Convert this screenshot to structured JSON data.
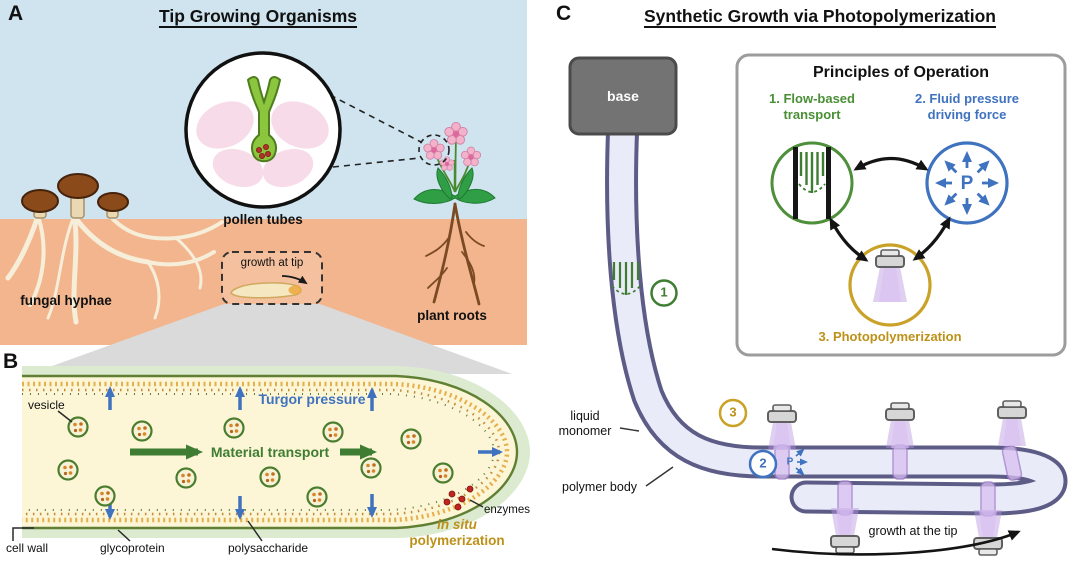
{
  "colors": {
    "sky": "#cfe4ef",
    "soil": "#f2b58e",
    "green_accent": "#3e7d32",
    "blue_accent": "#3f72bf",
    "gold_accent": "#bd9118",
    "tube_outline": "#5c5c87",
    "tube_fill": "#e9ecf8",
    "cell_fill": "#fcf5d6",
    "cell_halo": "#dcead0"
  },
  "panel_a": {
    "letter": "A",
    "title": "Tip Growing Organisms",
    "labels": {
      "pollen_tubes": "pollen tubes",
      "fungal_hyphae": "fungal hyphae",
      "plant_roots": "plant roots",
      "growth_at_tip": "growth at tip"
    }
  },
  "panel_b": {
    "letter": "B",
    "labels": {
      "vesicle": "vesicle",
      "turgor_pressure": "Turgor pressure",
      "material_transport": "Material transport",
      "enzymes": "enzymes",
      "in_situ_line1": "in situ",
      "in_situ_line2": "polymerization",
      "cell_wall": "cell wall",
      "glycoprotein": "glycoprotein",
      "polysaccharide": "polysaccharide"
    }
  },
  "panel_c": {
    "letter": "C",
    "title": "Synthetic Growth via Photopolymerization",
    "base_label": "base",
    "step1": "1",
    "step2": "2",
    "step3": "3",
    "p_symbol": "P",
    "labels": {
      "liquid_monomer_line1": "liquid",
      "liquid_monomer_line2": "monomer",
      "polymer_body": "polymer body",
      "growth_at_the_tip": "growth at the tip"
    },
    "inset": {
      "title": "Principles of Operation",
      "item1_line1": "1. Flow-based",
      "item1_line2": "transport",
      "item2_line1": "2. Fluid pressure",
      "item2_line2": "driving force",
      "item3": "3. Photopolymerization",
      "p_symbol": "P"
    }
  }
}
